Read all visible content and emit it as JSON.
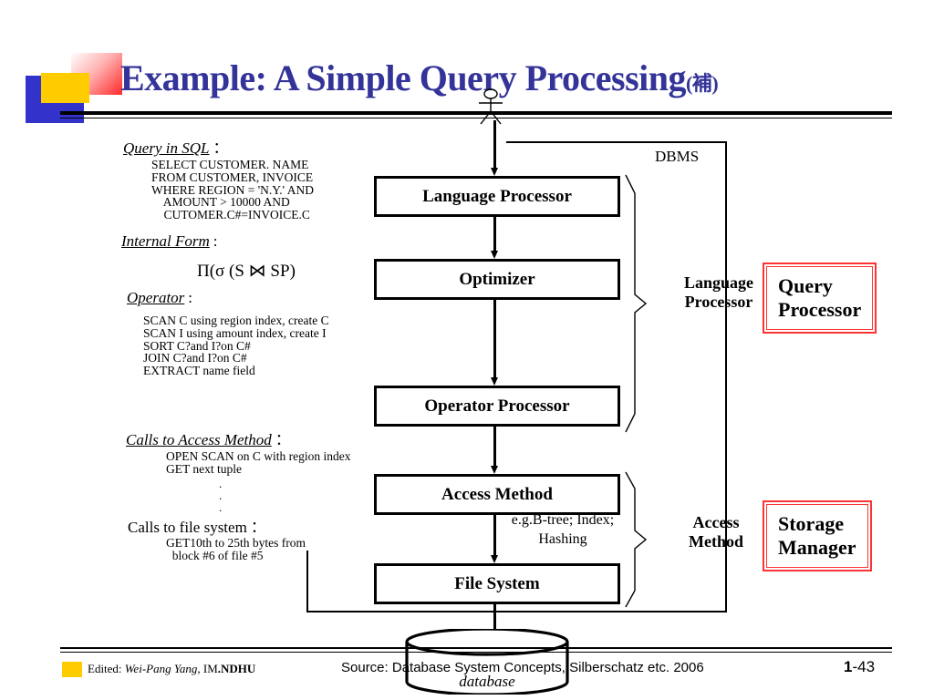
{
  "slide": {
    "title_main": "Example: A Simple Query Processing",
    "title_suffix": "(補)",
    "title_color": "#333399"
  },
  "left_column": {
    "sql_heading": "Query in SQL",
    "colon": "：",
    "sql_body": "SELECT CUSTOMER. NAME\nFROM CUSTOMER, INVOICE\nWHERE REGION = 'N.Y.' AND\n    AMOUNT > 10000 AND\n    CUTOMER.C#=INVOICE.C",
    "internal_heading": "Internal Form",
    "internal_colon": ":",
    "formula": "Π(σ (S ⋈ SP)",
    "operator_heading": "Operator",
    "operator_colon": ":",
    "operator_body": "SCAN C using region index, create C\nSCAN I using amount index, create I\nSORT C?and I?on C#\nJOIN C?and I?on C#\nEXTRACT name field",
    "cam_heading": "Calls to Access Method",
    "cam_body": "OPEN SCAN on C with region index\nGET next tuple",
    "cam_dots": ".\n.\n.",
    "cfs_heading": "Calls to file system",
    "cfs_colon": "：",
    "cfs_body": "GET10th to 25th bytes from\n  block #6 of file #5"
  },
  "flow": {
    "dbms_label": "DBMS",
    "boxes": [
      {
        "label": "Language Processor"
      },
      {
        "label": "Optimizer"
      },
      {
        "label": "Operator Processor"
      },
      {
        "label": "Access  Method"
      },
      {
        "label": "File  System"
      }
    ],
    "edge_note": "e.g.B-tree; Index;\nHashing",
    "database_label": "database"
  },
  "brace_labels": {
    "language_processor": "Language\nProcessor",
    "access_method": "Access\nMethod"
  },
  "callouts": {
    "border_color": "#ff3333",
    "query_processor": "Query\nProcessor",
    "storage_manager": "Storage\nManager"
  },
  "footer": {
    "edited_prefix": "Edited: ",
    "edited_name": "Wei-Pang Yang",
    "edited_suffix": ", IM",
    "edited_bold": ".NDHU",
    "source": "Source: Database System Concepts, Silberschatz etc. 2006",
    "page_chapter": "1",
    "page_number": "-43"
  }
}
